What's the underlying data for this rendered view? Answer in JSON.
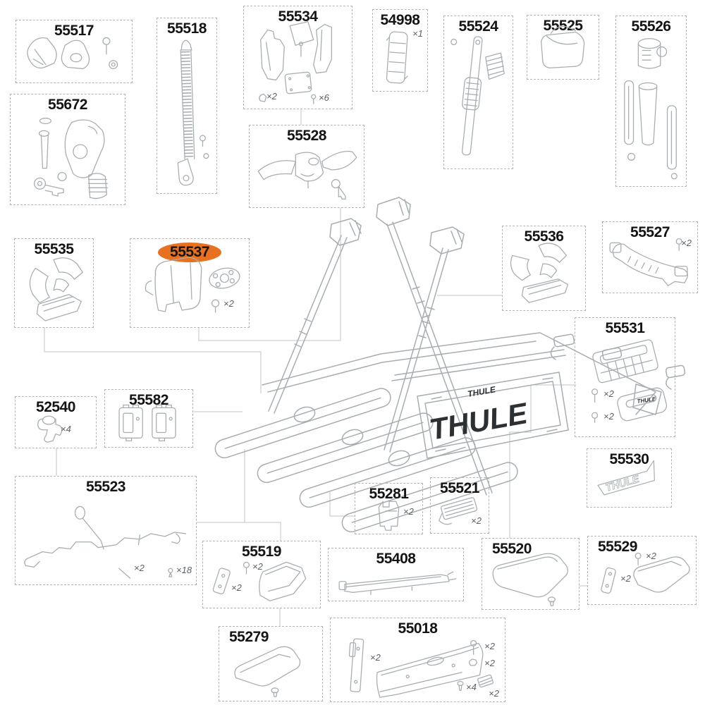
{
  "diagram": {
    "highlighted_part": "55537",
    "highlight_color": "#E8711F",
    "brand_logo": "THULE",
    "plate_logo_small": "THULE",
    "rail_logo": "THULE",
    "sticker_logo": "THULE",
    "parts": [
      {
        "id": "55517",
        "qty_labels": []
      },
      {
        "id": "55518",
        "qty_labels": []
      },
      {
        "id": "55672",
        "qty_labels": []
      },
      {
        "id": "55534",
        "qty_labels": [
          "×2",
          "×6"
        ]
      },
      {
        "id": "54998",
        "qty_labels": [
          "×1"
        ]
      },
      {
        "id": "55528",
        "qty_labels": []
      },
      {
        "id": "55524",
        "qty_labels": []
      },
      {
        "id": "55525",
        "qty_labels": []
      },
      {
        "id": "55526",
        "qty_labels": []
      },
      {
        "id": "55535",
        "qty_labels": []
      },
      {
        "id": "55537",
        "qty_labels": [
          "×2"
        ],
        "highlighted": true
      },
      {
        "id": "55536",
        "qty_labels": []
      },
      {
        "id": "55527",
        "qty_labels": [
          "×2"
        ]
      },
      {
        "id": "55531",
        "qty_labels": [
          "×2",
          "×2"
        ]
      },
      {
        "id": "52540",
        "qty_labels": [
          "×4"
        ]
      },
      {
        "id": "55582",
        "qty_labels": []
      },
      {
        "id": "55523",
        "qty_labels": [
          "×2",
          "×18"
        ]
      },
      {
        "id": "55281",
        "qty_labels": [
          "×2"
        ]
      },
      {
        "id": "55521",
        "qty_labels": [
          "×2"
        ]
      },
      {
        "id": "55519",
        "qty_labels": [
          "×2",
          "×2"
        ]
      },
      {
        "id": "55408",
        "qty_labels": []
      },
      {
        "id": "55530",
        "qty_labels": []
      },
      {
        "id": "55520",
        "qty_labels": []
      },
      {
        "id": "55529",
        "qty_labels": [
          "×2",
          "×2"
        ]
      },
      {
        "id": "55279",
        "qty_labels": []
      },
      {
        "id": "55018",
        "qty_labels": [
          "×2",
          "×2",
          "×2",
          "×4",
          "×2"
        ]
      }
    ]
  }
}
